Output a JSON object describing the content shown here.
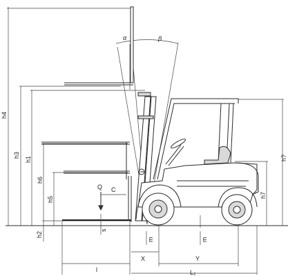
{
  "labels": {
    "h4": "h4",
    "h3": "h3",
    "h1": "h1",
    "h6": "h6",
    "h5": "h5",
    "h2": "h2",
    "h7": "h7",
    "h_right": "h?",
    "alpha": "α",
    "beta": "β",
    "Q": "Q",
    "C": "C",
    "s": "s",
    "m_front": "m",
    "m_rear": "m",
    "X": "X",
    "Y": "Y",
    "l": "l",
    "L2": "L₂"
  }
}
